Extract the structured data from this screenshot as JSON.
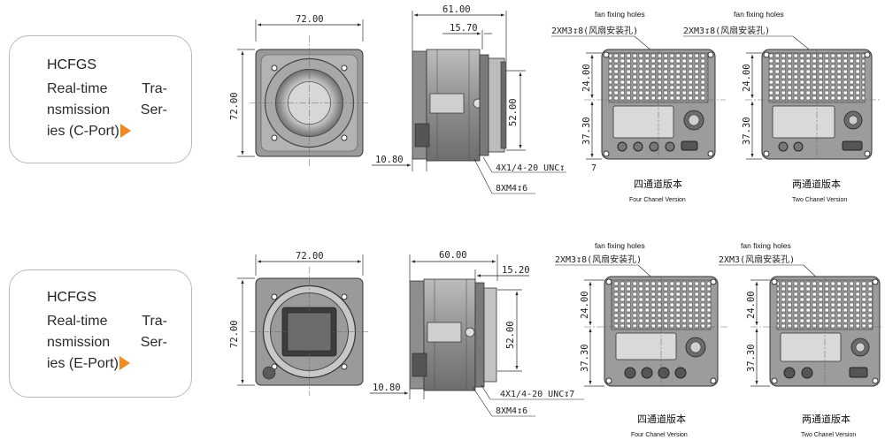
{
  "series": [
    {
      "title": "HCFGS",
      "lines": [
        "Real-time Tra-",
        "nsmission Ser-",
        "ies (C-Port)"
      ]
    },
    {
      "title": "HCFGS",
      "lines": [
        "Real-time Tra-",
        "nsmission Ser-",
        "ies (E-Port)"
      ]
    }
  ],
  "front": {
    "width": "72.00",
    "height": "72.00"
  },
  "side_c": {
    "length": "61.00",
    "offset": "15.70",
    "height": "52.00",
    "base": "10.80",
    "note1": "4X1/4-20 UNC↧",
    "note1_extra": "7",
    "note2": "8XM4↧6"
  },
  "side_e": {
    "length": "60.00",
    "offset": "15.20",
    "height": "52.00",
    "base": "10.80",
    "note1": "4X1/4-20 UNC↧7",
    "note2": "8XM4↧6"
  },
  "back_views": [
    {
      "fan_label": "fan fixing holes",
      "holes": "2XM3↧8(风扇安装孔)",
      "dim_top": "24.00",
      "dim_bottom": "37.30",
      "caption_cn": "四通道版本",
      "caption_en": "Four Chanel Version"
    },
    {
      "fan_label": "fan fixing holes",
      "holes": "2XM3↧8(风扇安装孔)",
      "dim_top": "24.00",
      "dim_bottom": "37.30",
      "caption_cn": "两通道版本",
      "caption_en": "Two Chanel Version"
    },
    {
      "fan_label": "fan fixing holes",
      "holes": "2XM3↧8(风扇安装孔)",
      "dim_top": "24.00",
      "dim_bottom": "37.30",
      "caption_cn": "四通道版本",
      "caption_en": "Four Chanel Version"
    },
    {
      "fan_label": "fan fixing holes",
      "holes": "2XM3(风扇安装孔)",
      "dim_top": "24.00",
      "dim_bottom": "37.30",
      "caption_cn": "两通道版本",
      "caption_en": "Two Chanel Version"
    }
  ],
  "colors": {
    "accent": "#f08a24",
    "card_border": "#b9b9b9",
    "body_gray": "#8a8a8a",
    "dark": "#3a3a3a"
  }
}
